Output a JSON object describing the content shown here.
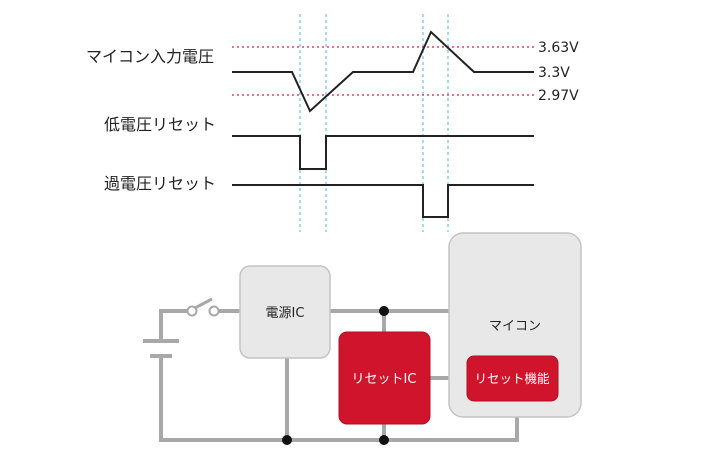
{
  "timing": {
    "signals": [
      {
        "label": "マイコン入力電圧"
      },
      {
        "label": "低電圧リセット"
      },
      {
        "label": "過電圧リセット"
      }
    ],
    "thresholds": [
      {
        "label": "3.63V",
        "color": "#d0243a"
      },
      {
        "label": "3.3V",
        "color": "#222222"
      },
      {
        "label": "2.97V",
        "color": "#d0243a"
      }
    ],
    "marker_color": "#6fc0e6"
  },
  "circuit": {
    "power_ic": {
      "label": "電源IC"
    },
    "reset_ic": {
      "label": "リセットIC"
    },
    "mcu": {
      "label": "マイコン",
      "reset_function": "リセット機能"
    }
  },
  "colors": {
    "accent_red": "#d0142c",
    "wire_gray": "#a8a8a8",
    "box_fill": "#e8e8e8",
    "box_stroke": "#c4c4c4",
    "signal_line": "#222222"
  }
}
